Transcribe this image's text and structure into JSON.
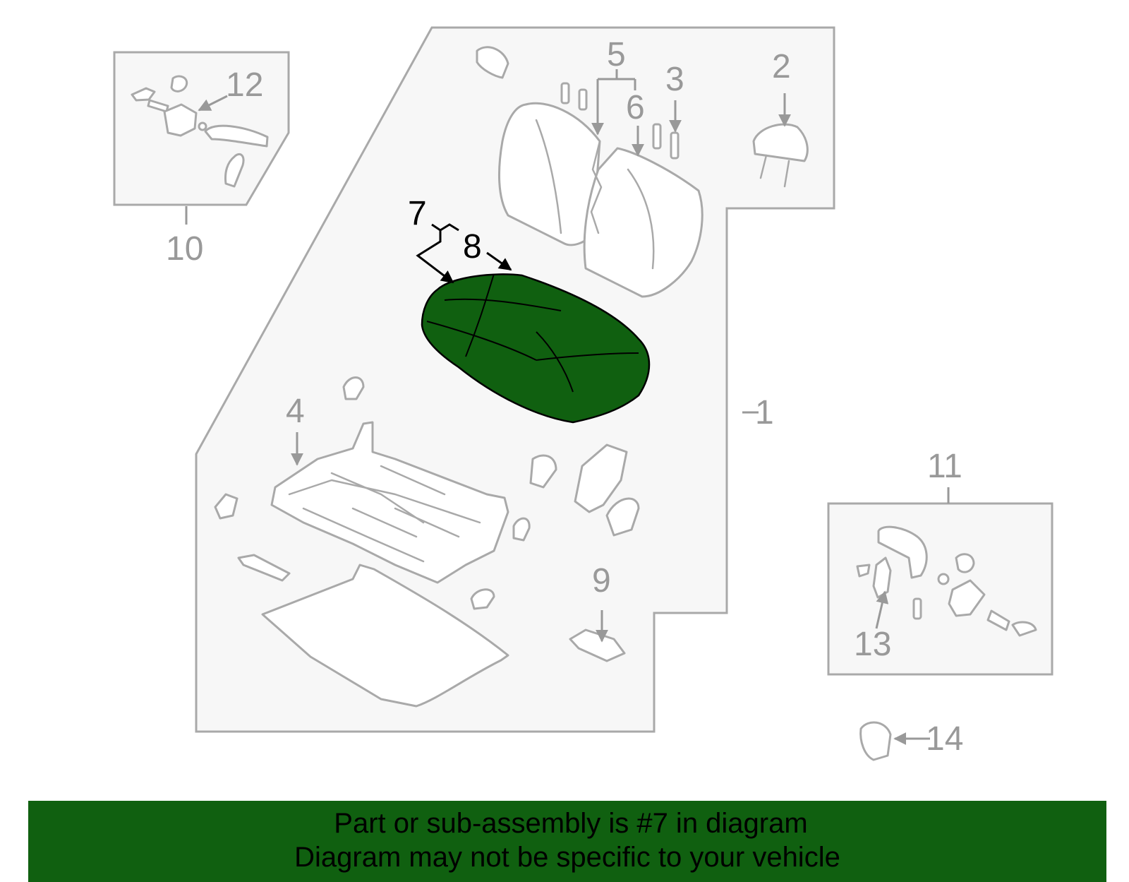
{
  "diagram": {
    "callouts": {
      "c1": "1",
      "c2": "2",
      "c3": "3",
      "c4": "4",
      "c5": "5",
      "c6": "6",
      "c7": "7",
      "c8": "8",
      "c9": "9",
      "c10": "10",
      "c11": "11",
      "c12": "12",
      "c13": "13",
      "c14": "14"
    },
    "highlighted_part": "7",
    "colors": {
      "highlight_fill": "#106010",
      "outline": "#a9a9a9",
      "panel_fill": "#f7f7f7",
      "banner_background": "#106010"
    }
  },
  "banner": {
    "line1": "Part or sub-assembly is #7 in diagram",
    "line2": "Diagram may not be specific to your vehicle"
  }
}
